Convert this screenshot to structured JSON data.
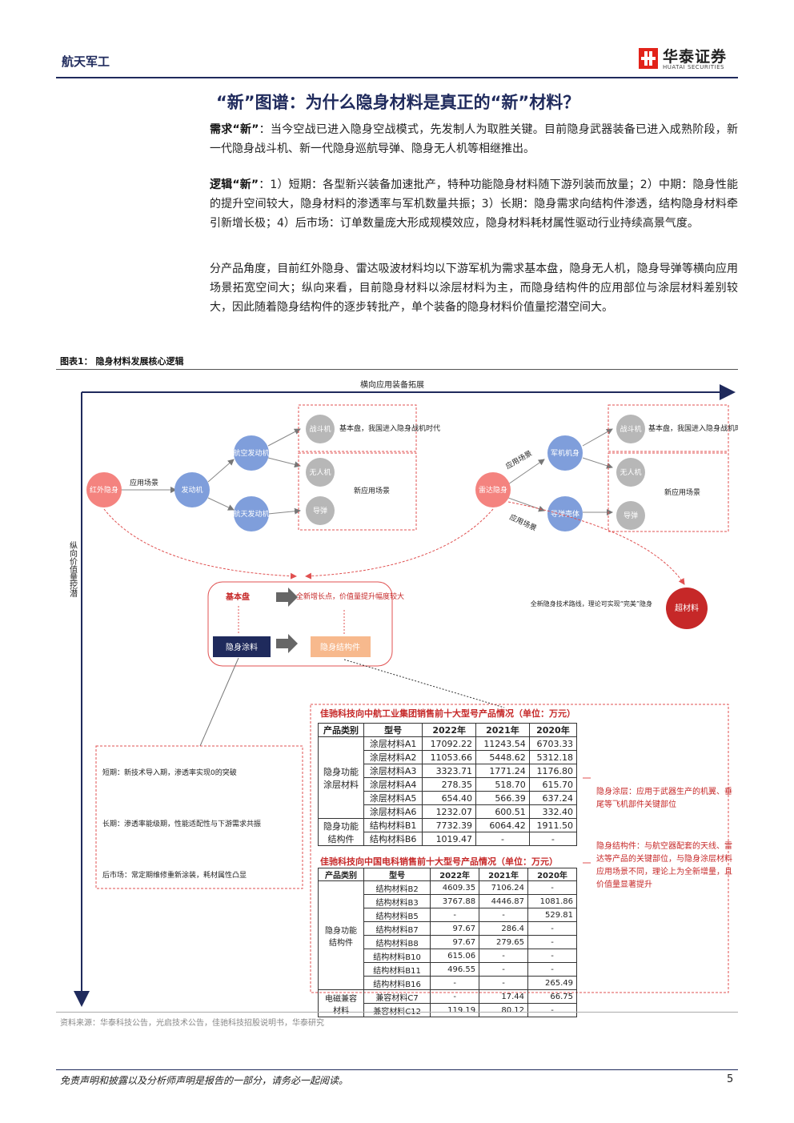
{
  "header": {
    "section": "航天军工",
    "logo_cn": "华泰证券",
    "logo_en": "HUATAI SECURITIES"
  },
  "title": "“新”图谱：为什么隐身材料是真正的“新”材料？",
  "paragraphs": {
    "demand_label": "需求“新”",
    "demand_text": "：当今空战已进入隐身空战模式，先发制人为取胜关键。目前隐身武器装备已进入成熟阶段，新一代隐身战斗机、新一代隐身巡航导弹、隐身无人机等相继推出。",
    "logic_label": "逻辑“新”",
    "logic_text": "：1）短期：各型新兴装备加速批产，特种功能隐身材料随下游列装而放量；2）中期：隐身性能的提升空间较大，隐身材料的渗透率与军机数量共振；3）长期：隐身需求向结构件渗透，结构隐身材料牵引新增长极；4）后市场：订单数量庞大形成规模效应，隐身材料耗材属性驱动行业持续高景气度。",
    "product_text": "分产品角度，目前红外隐身、雷达吸波材料均以下游军机为需求基本盘，隐身无人机，隐身导弹等横向应用场景拓宽空间大；纵向来看，目前隐身材料以涂层材料为主，而隐身结构件的应用部位与涂层材料差别较大，因此随着隐身结构件的逐步转批产，单个装备的隐身材料价值量挖潜空间大。"
  },
  "figure": {
    "caption": "图表1：  隐身材料发展核心逻辑",
    "horizontal_axis": "横向应用装备拓展",
    "vertical_axis": "纵向价值量挖潜",
    "left_group": {
      "root": "红外隐身",
      "edge_label": "应用场景",
      "mid": "发动机",
      "branch_top": "航空发动机",
      "branch_bottom": "航天发动机",
      "leaf_fighter": "战斗机",
      "leaf_fighter_note": "基本盘，我国进入隐身战机时代",
      "leaf_uav": "无人机",
      "leaf_new_note": "新应用场景",
      "leaf_missile": "导弹"
    },
    "right_group": {
      "root": "雷达隐身",
      "edge_label_top": "应用场景",
      "edge_label_bottom": "应用场景",
      "branch_top": "军机机身",
      "branch_bottom": "导弹壳体",
      "leaf_fighter": "战斗机",
      "leaf_fighter_note": "基本盘，我国进入隐身战机时代",
      "leaf_uav": "无人机",
      "leaf_new_note": "新应用场景",
      "leaf_missile": "导弹"
    },
    "center": {
      "base_label": "基本盘",
      "growth_label": "全新增长点，价值量提升幅度较大",
      "coating": "隐身涂料",
      "structure": "隐身结构件"
    },
    "super": {
      "label": "超材料",
      "note": "全新隐身技术路线，理论可实现“完美”隐身"
    },
    "phases": {
      "short": "短期：新技术导入期，渗透率实现0的突破",
      "long": "长期：渗透率能级期，性能适配性与下游需求共振",
      "after": "后市场：常定期维修重新涂装，耗材属性凸显"
    },
    "notes": {
      "coating_note": "隐身涂层：应用于武器生产的机翼、垂尾等飞机部件关键部位",
      "structure_note": "隐身结构件：与航空器配套的天线、雷达等产品的关键部位，与隐身涂层材料应用场景不同，理论上为全新增量，且价值量显著提升"
    },
    "table1": {
      "caption": "佳驰科技向中航工业集团销售前十大型号产品情况（单位：万元）",
      "headers": [
        "产品类别",
        "型号",
        "2022年",
        "2021年",
        "2020年"
      ],
      "group1": "隐身功能涂层材料",
      "group2": "隐身功能结构件",
      "rows": [
        [
          "涂层材料A1",
          "17092.22",
          "11243.54",
          "6703.33"
        ],
        [
          "涂层材料A2",
          "11053.66",
          "5448.62",
          "5312.18"
        ],
        [
          "涂层材料A3",
          "3323.71",
          "1771.24",
          "1176.80"
        ],
        [
          "涂层材料A4",
          "278.35",
          "518.70",
          "615.70"
        ],
        [
          "涂层材料A5",
          "654.40",
          "566.39",
          "637.24"
        ],
        [
          "涂层材料A6",
          "1232.07",
          "600.51",
          "332.40"
        ],
        [
          "结构材料B1",
          "7732.39",
          "6064.42",
          "1911.50"
        ],
        [
          "结构材料B6",
          "1019.47",
          "-",
          "-"
        ]
      ]
    },
    "table2": {
      "caption": "佳驰科技向中国电科销售前十大型号产品情况（单位：万元）",
      "headers": [
        "产品类别",
        "型号",
        "2022年",
        "2021年",
        "2020年"
      ],
      "group1": "隐身功能结构件",
      "group2": "电磁兼容材料",
      "rows": [
        [
          "结构材料B2",
          "4609.35",
          "7106.24",
          "-"
        ],
        [
          "结构材料B3",
          "3767.88",
          "4446.87",
          "1081.86"
        ],
        [
          "结构材料B5",
          "-",
          "-",
          "529.81"
        ],
        [
          "结构材料B7",
          "97.67",
          "286.4",
          "-"
        ],
        [
          "结构材料B8",
          "97.67",
          "279.65",
          "-"
        ],
        [
          "结构材料B10",
          "615.06",
          "-",
          "-"
        ],
        [
          "结构材料B11",
          "496.55",
          "-",
          "-"
        ],
        [
          "结构材料B16",
          "-",
          "-",
          "265.49"
        ],
        [
          "兼容材料C7",
          "-",
          "17.44",
          "66.75"
        ],
        [
          "兼容材料C12",
          "119.19",
          "80.12",
          "-"
        ]
      ]
    }
  },
  "source": "资料来源：华泰科技公告，光启技术公告，佳驰科技招股说明书，华泰研究",
  "footer": {
    "disclaimer": "免责声明和披露以及分析师声明是报告的一部分，请务必一起阅读。",
    "page": "5"
  },
  "colors": {
    "navy": "#1f2a5c",
    "red_node": "#f4837f",
    "blue_node": "#7f9edb",
    "dark_red": "#c62828",
    "peach": "#f7b98d"
  }
}
